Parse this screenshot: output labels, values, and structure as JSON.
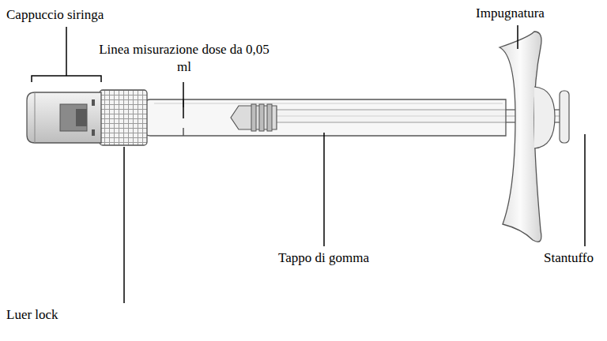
{
  "diagram": {
    "labels": [
      "Cappuccio siringa",
      "Linea misurazione dose da 0,05 ml",
      "Impugnatura",
      "Tappo di gomma",
      "Luer lock",
      "Stantuffo"
    ]
  }
}
